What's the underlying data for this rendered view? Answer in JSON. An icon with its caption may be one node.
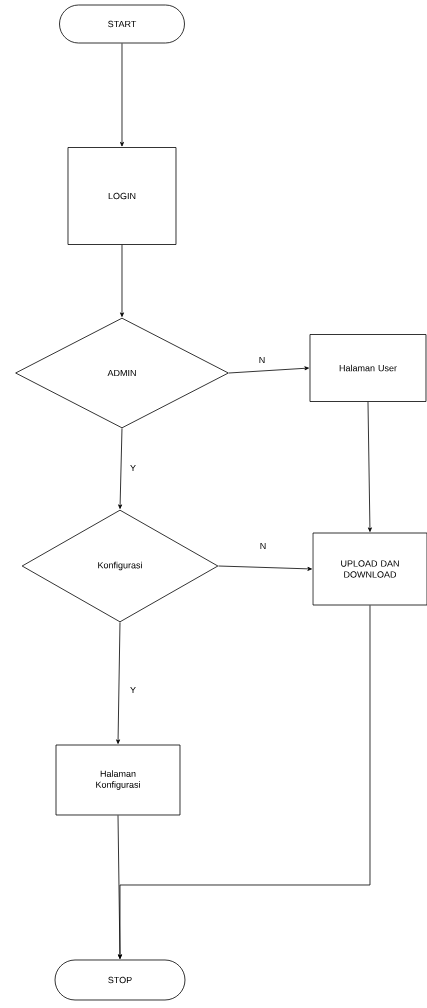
{
  "diagram": {
    "nodes": [
      {
        "text": [
          "START"
        ]
      },
      {
        "text": [
          "LOGIN"
        ]
      },
      {
        "text": [
          "ADMIN"
        ]
      },
      {
        "text": [
          "Halaman User"
        ]
      },
      {
        "text": [
          "Konfigurasi"
        ]
      },
      {
        "text": [
          "UPLOAD DAN DOWNLOAD"
        ]
      },
      {
        "text": [
          "Halaman Konfigurasi"
        ]
      },
      {
        "text": [
          "STOP"
        ]
      }
    ],
    "edges": [
      {
        "from": 0,
        "to": 1,
        "arrow": "to"
      },
      {
        "from": 1,
        "to": 2,
        "arrow": "to"
      },
      {
        "from": 2,
        "to": 3,
        "arrow": "to",
        "label": "N"
      },
      {
        "from": 2,
        "to": 4,
        "arrow": "to",
        "label": "Y"
      },
      {
        "from": 3,
        "to": 5,
        "arrow": "to"
      },
      {
        "from": 4,
        "to": 5,
        "arrow": "to",
        "label": "N"
      },
      {
        "from": 4,
        "to": 6,
        "arrow": "to",
        "label": "Y"
      },
      {
        "from": 6,
        "to": 7,
        "arrow": "to"
      },
      {
        "from": 5,
        "to": 7,
        "arrow": "to"
      }
    ]
  }
}
